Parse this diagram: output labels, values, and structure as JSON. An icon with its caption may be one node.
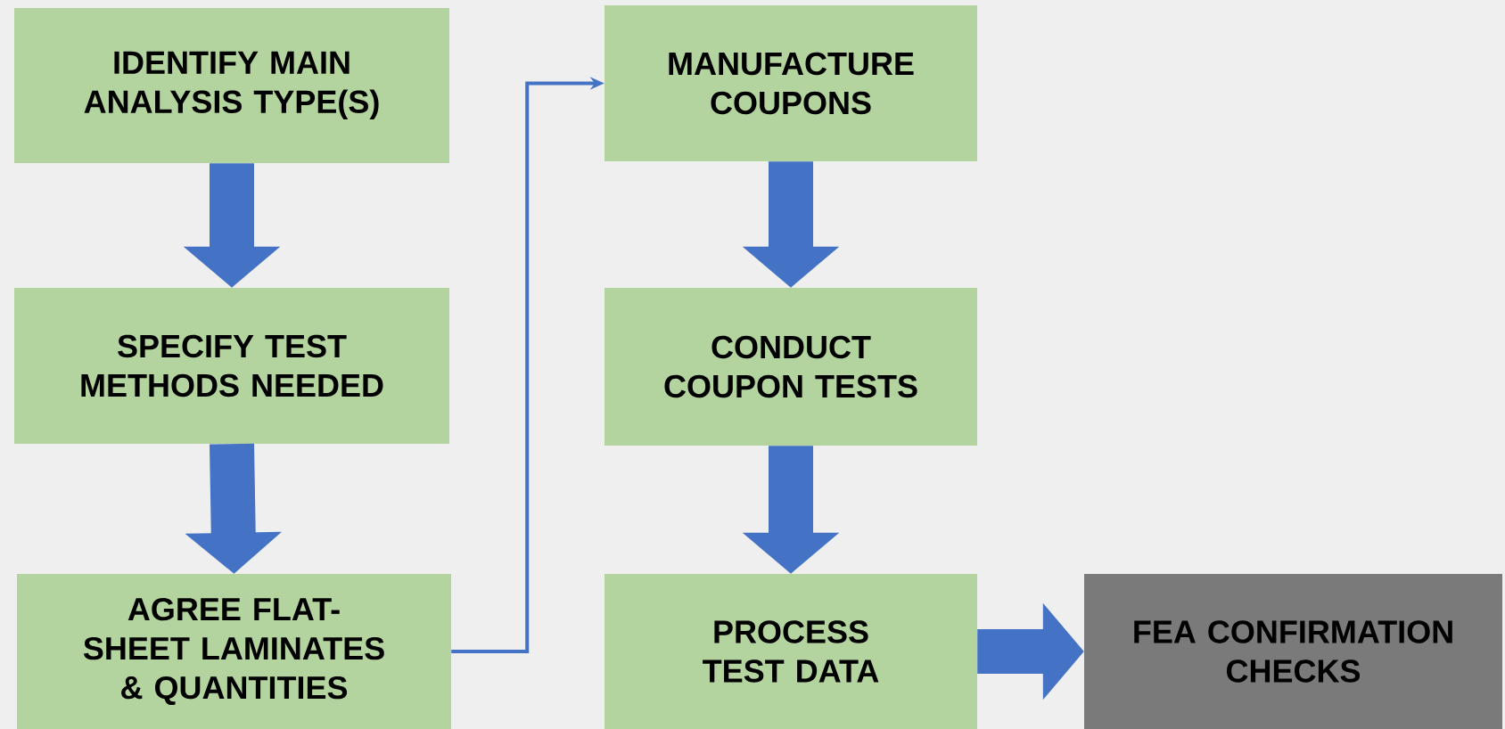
{
  "diagram": {
    "nodes": [
      {
        "text": [
          "IDENTIFY MAIN ANALYSIS TYPE(S)"
        ]
      },
      {
        "text": [
          "SPECIFY TEST METHODS NEEDED"
        ]
      },
      {
        "text": [
          "AGREE FLAT-SHEET LAMINATES & QUANTITIES"
        ]
      },
      {
        "text": [
          "MANUFACTURE COUPONS"
        ]
      },
      {
        "text": [
          "CONDUCT COUPON TESTS"
        ]
      },
      {
        "text": [
          "PROCESS TEST DATA"
        ]
      },
      {
        "text": [
          "FEA CONFIRMATION CHECKS"
        ]
      }
    ],
    "edges": [
      {
        "from": 0,
        "to": 1,
        "arrow": "to"
      },
      {
        "from": 1,
        "to": 2,
        "arrow": "to"
      },
      {
        "from": 2,
        "to": 3,
        "arrow": "to"
      },
      {
        "from": 3,
        "to": 4,
        "arrow": "to"
      },
      {
        "from": 4,
        "to": 5,
        "arrow": "to"
      },
      {
        "from": 5,
        "to": 6,
        "arrow": "to"
      }
    ]
  }
}
